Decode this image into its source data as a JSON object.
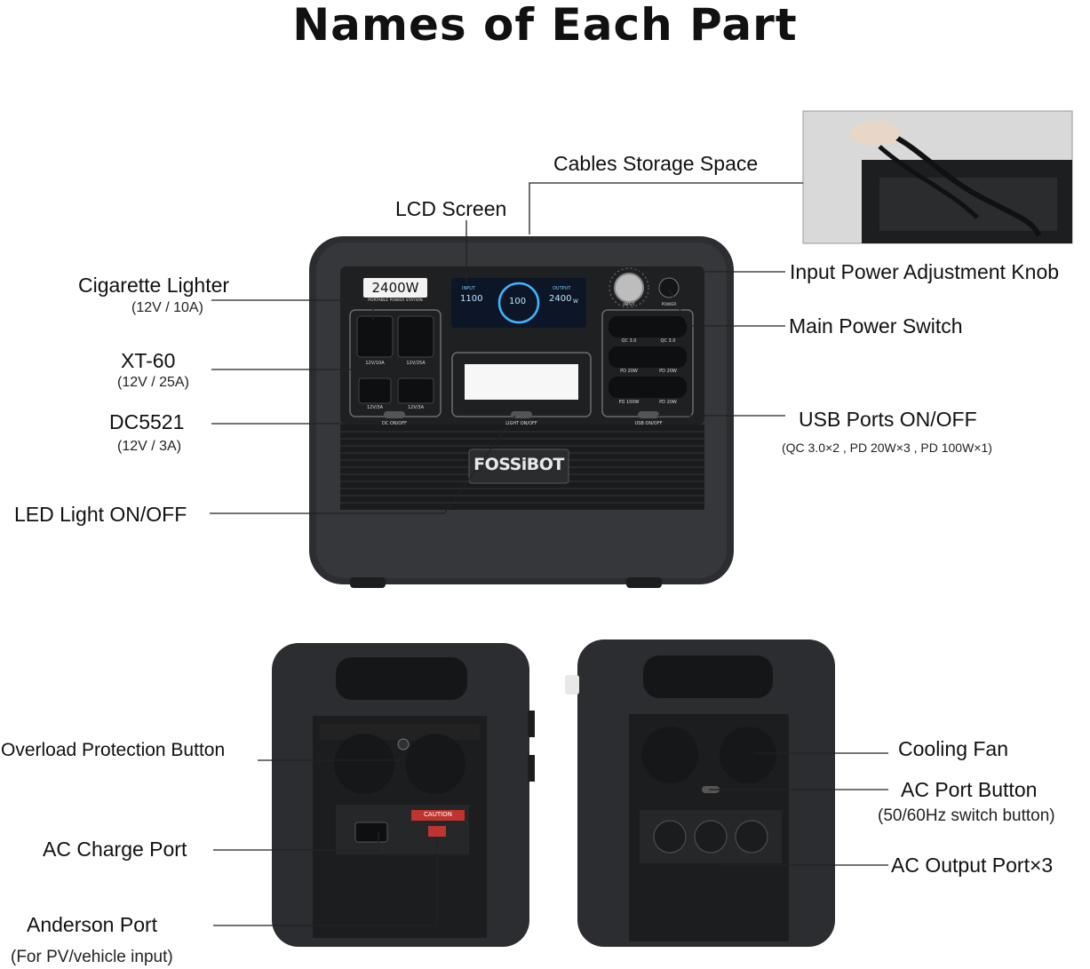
{
  "title": "Names of Each Part",
  "labels": {
    "cables_storage": "Cables Storage Space",
    "lcd_screen": "LCD Screen",
    "cigarette_lighter": "Cigarette Lighter",
    "cigarette_lighter_spec": "(12V / 10A)",
    "xt60": "XT-60",
    "xt60_spec": "(12V / 25A)",
    "dc5521": "DC5521",
    "dc5521_spec": "(12V / 3A)",
    "led_light": "LED Light ON/OFF",
    "input_knob": "Input Power Adjustment Knob",
    "main_power": "Main Power Switch",
    "usb_ports": "USB Ports ON/OFF",
    "usb_ports_spec": "(QC 3.0×2 , PD 20W×3 , PD 100W×1)",
    "overload": "Overload Protection Button",
    "ac_charge": "AC Charge Port",
    "anderson": "Anderson Port",
    "anderson_spec": "(For PV/vehicle input)",
    "cooling_fan": "Cooling Fan",
    "ac_port_button": "AC Port Button",
    "ac_port_button_spec": "(50/60Hz switch button)",
    "ac_output": "AC Output Port×3"
  },
  "device": {
    "badge": "2400W",
    "badge_sub": "PORTABLE POWER STATION",
    "brand": "FOSSiBOT",
    "lcd_input": "1100",
    "lcd_pct": "100",
    "lcd_output": "2400",
    "lcd_unit": "W",
    "lcd_input_label": "INPUT",
    "lcd_output_label": "OUTPUT",
    "port_12v10a": "12V/10A",
    "port_12v25a": "12V/25A",
    "port_12v3a_1": "12V/3A",
    "port_12v3a_2": "12V/3A",
    "dc_onoff": "DC ON/OFF",
    "light_onoff": "LIGHT ON/OFF",
    "usb_onoff": "USB ON/OFF",
    "qc30_1": "QC 3.0",
    "qc30_2": "QC 3.0",
    "pd20_1": "PD 20W",
    "pd20_2": "PD 20W",
    "pd100": "PD 100W",
    "pd20_3": "PD 20W",
    "knob_input": "INPUT",
    "power_label": "POWER",
    "caution": "CAUTION"
  }
}
